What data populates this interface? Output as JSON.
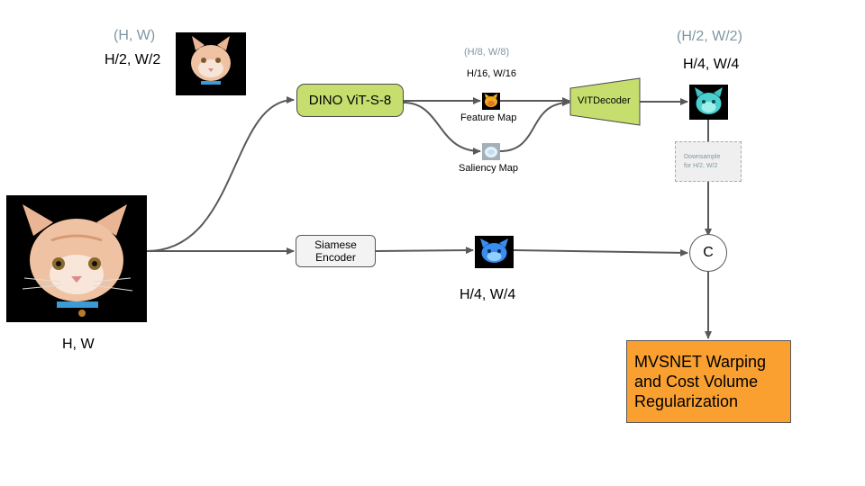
{
  "labels": {
    "small_cat_alt": "(H, W)",
    "small_cat_size": "H/2, W/2",
    "input_size": "H, W",
    "dino_alt": "(H/8, W/8)",
    "dino_size": "H/16, W/16",
    "feature_map": "Feature Map",
    "saliency_map": "Saliency Map",
    "decoder_alt": "(H/2, W/2)",
    "decoder_size": "H/4, W/4",
    "siamese_size": "H/4, W/4",
    "downsample_line1": "Downsample",
    "downsample_line2": "for H/2, W/2",
    "concat": "C"
  },
  "nodes": {
    "dino": "DINO ViT-S-8",
    "siamese_line1": "Siamese",
    "siamese_line2": "Encoder",
    "vitdecoder": "VITDecoder",
    "mvsnet_line1": "MVSNET Warping",
    "mvsnet_line2": "and Cost Volume",
    "mvsnet_line3": "Regularization"
  },
  "colors": {
    "dino_fill": "#c5de6e",
    "decoder_fill": "#c5de6e",
    "mvsnet_fill": "#f9a031",
    "siamese_fill": "#f3f3f3",
    "arrow": "#595959",
    "muted_label": "#7f96a3"
  }
}
